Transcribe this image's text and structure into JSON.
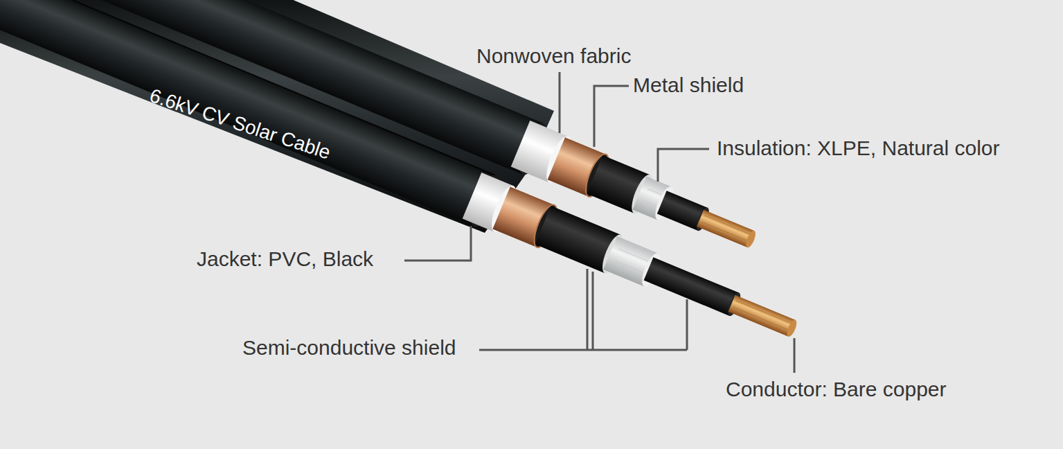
{
  "diagram": {
    "labels": [
      "6.6kV CV Solar Cable",
      "Nonwoven fabric",
      "Metal shield",
      "Insulation: XLPE, Natural color",
      "Jacket: PVC, Black",
      "Semi-conductive shield",
      "Conductor: Bare copper"
    ]
  }
}
